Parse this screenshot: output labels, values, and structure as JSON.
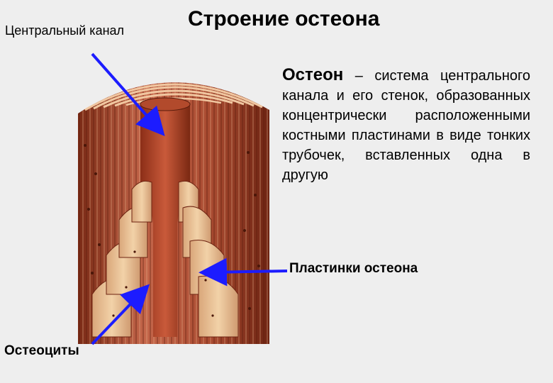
{
  "slide": {
    "title": "Строение остеона"
  },
  "labels": {
    "central_canal": "Центральный канал",
    "plates": "Пластинки остеона",
    "osteocytes": "Остеоциты"
  },
  "definition": {
    "term": "Остеон",
    "text": " – система центрального канала и его стенок, образованных концентрически расположенными костными пластинами в виде тонких трубочек, вставленных одна в другую"
  },
  "colors": {
    "background": "#eeeeee",
    "arrow": "#1c1cff",
    "bone_dark": "#9b3a22",
    "bone_mid": "#c4664a",
    "bone_light": "#e8c39a"
  }
}
